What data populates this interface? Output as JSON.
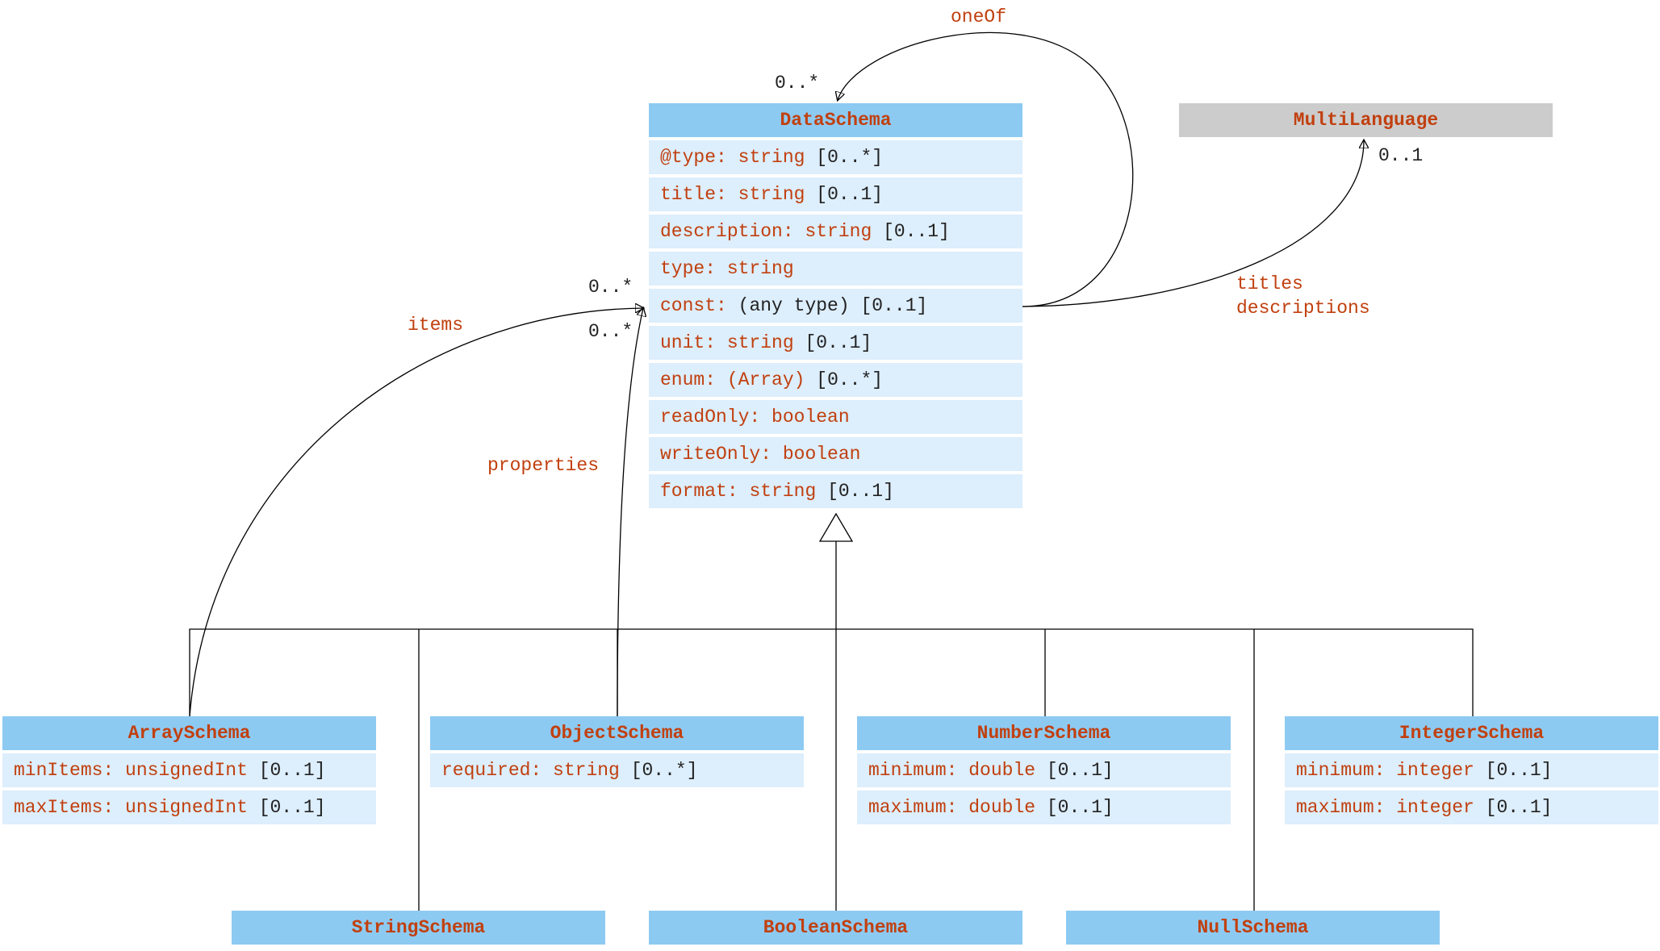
{
  "colors": {
    "header": "#8dcaf2",
    "row": "#ddeefc",
    "grey_header": "#cccccc",
    "accent": "#c1400f",
    "text": "#222222"
  },
  "classes": {
    "data_schema": {
      "name": "DataSchema",
      "rows": [
        {
          "name": "@type:",
          "type": "string",
          "mult": "[0..*]"
        },
        {
          "name": "title:",
          "type": "string",
          "mult": "[0..1]"
        },
        {
          "name": "description:",
          "type": "string",
          "mult": "[0..1]"
        },
        {
          "name": "type:",
          "type": "string",
          "mult": ""
        },
        {
          "name": "const:",
          "type": "(any type)",
          "mult": "[0..1]"
        },
        {
          "name": "unit:",
          "type": "string",
          "mult": "[0..1]"
        },
        {
          "name": "enum:",
          "type": "(Array)",
          "mult": "[0..*]"
        },
        {
          "name": "readOnly:",
          "type": "boolean",
          "mult": ""
        },
        {
          "name": "writeOnly:",
          "type": "boolean",
          "mult": ""
        },
        {
          "name": "format:",
          "type": "string",
          "mult": "[0..1]"
        }
      ]
    },
    "multi_language": {
      "name": "MultiLanguage"
    },
    "array_schema": {
      "name": "ArraySchema",
      "rows": [
        {
          "name": "minItems:",
          "type": "unsignedInt",
          "mult": "[0..1]"
        },
        {
          "name": "maxItems:",
          "type": "unsignedInt",
          "mult": "[0..1]"
        }
      ]
    },
    "object_schema": {
      "name": "ObjectSchema",
      "rows": [
        {
          "name": "required:",
          "type": "string",
          "mult": "[0..*]"
        }
      ]
    },
    "number_schema": {
      "name": "NumberSchema",
      "rows": [
        {
          "name": "minimum:",
          "type": "double",
          "mult": "[0..1]"
        },
        {
          "name": "maximum:",
          "type": "double",
          "mult": "[0..1]"
        }
      ]
    },
    "integer_schema": {
      "name": "IntegerSchema",
      "rows": [
        {
          "name": "minimum:",
          "type": "integer",
          "mult": "[0..1]"
        },
        {
          "name": "maximum:",
          "type": "integer",
          "mult": "[0..1]"
        }
      ]
    },
    "string_schema": {
      "name": "StringSchema"
    },
    "boolean_schema": {
      "name": "BooleanSchema"
    },
    "null_schema": {
      "name": "NullSchema"
    }
  },
  "associations": {
    "oneof": {
      "label": "oneOf",
      "mult": "0..*"
    },
    "titles": {
      "label1": "titles",
      "label2": "descriptions",
      "mult": "0..1"
    },
    "items": {
      "label": "items",
      "mult": "0..*"
    },
    "properties": {
      "label": "properties",
      "mult": "0..*"
    }
  }
}
